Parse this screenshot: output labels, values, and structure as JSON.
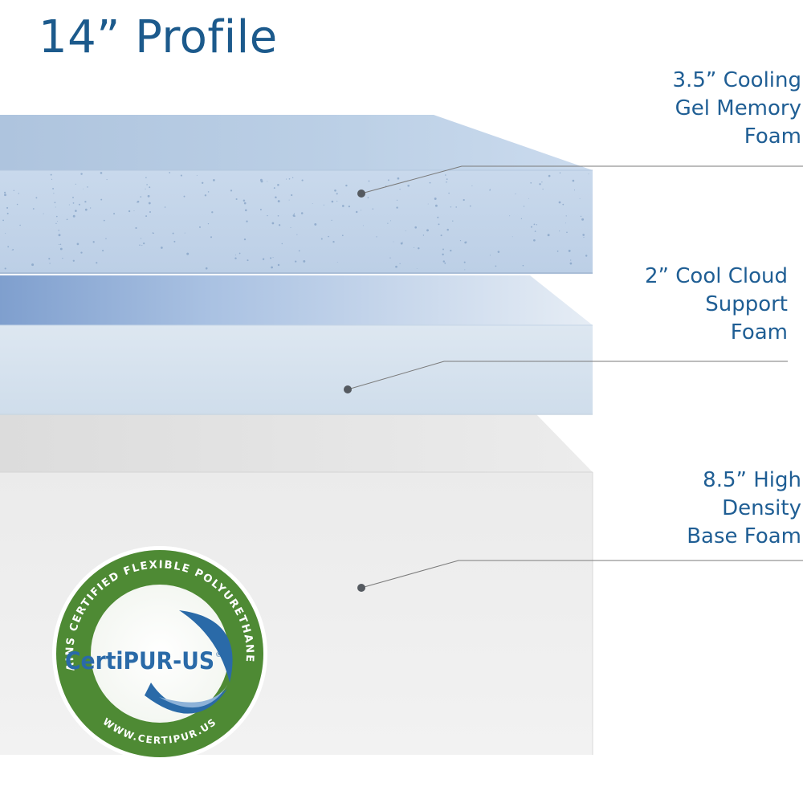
{
  "title": "14” Profile",
  "layers": [
    {
      "lines": [
        "3.5” Cooling",
        "Gel Memory",
        "Foam"
      ]
    },
    {
      "lines": [
        "2” Cool Cloud",
        "Support",
        "Foam"
      ]
    },
    {
      "lines": [
        "8.5” High",
        "Density",
        "Base Foam"
      ]
    }
  ],
  "badge": {
    "ring_text": "CONTAINS CERTIFIED FLEXIBLE POLYURETHANE FOAM",
    "logo_text": "CertiPUR-US",
    "registered": "®",
    "url": "WWW.CERTIPUR.US"
  },
  "colors": {
    "title": "#1c5a8c",
    "label": "#1f5e94",
    "badge_green": "#4e8a34",
    "logo_blue": "#2a6aa8"
  }
}
